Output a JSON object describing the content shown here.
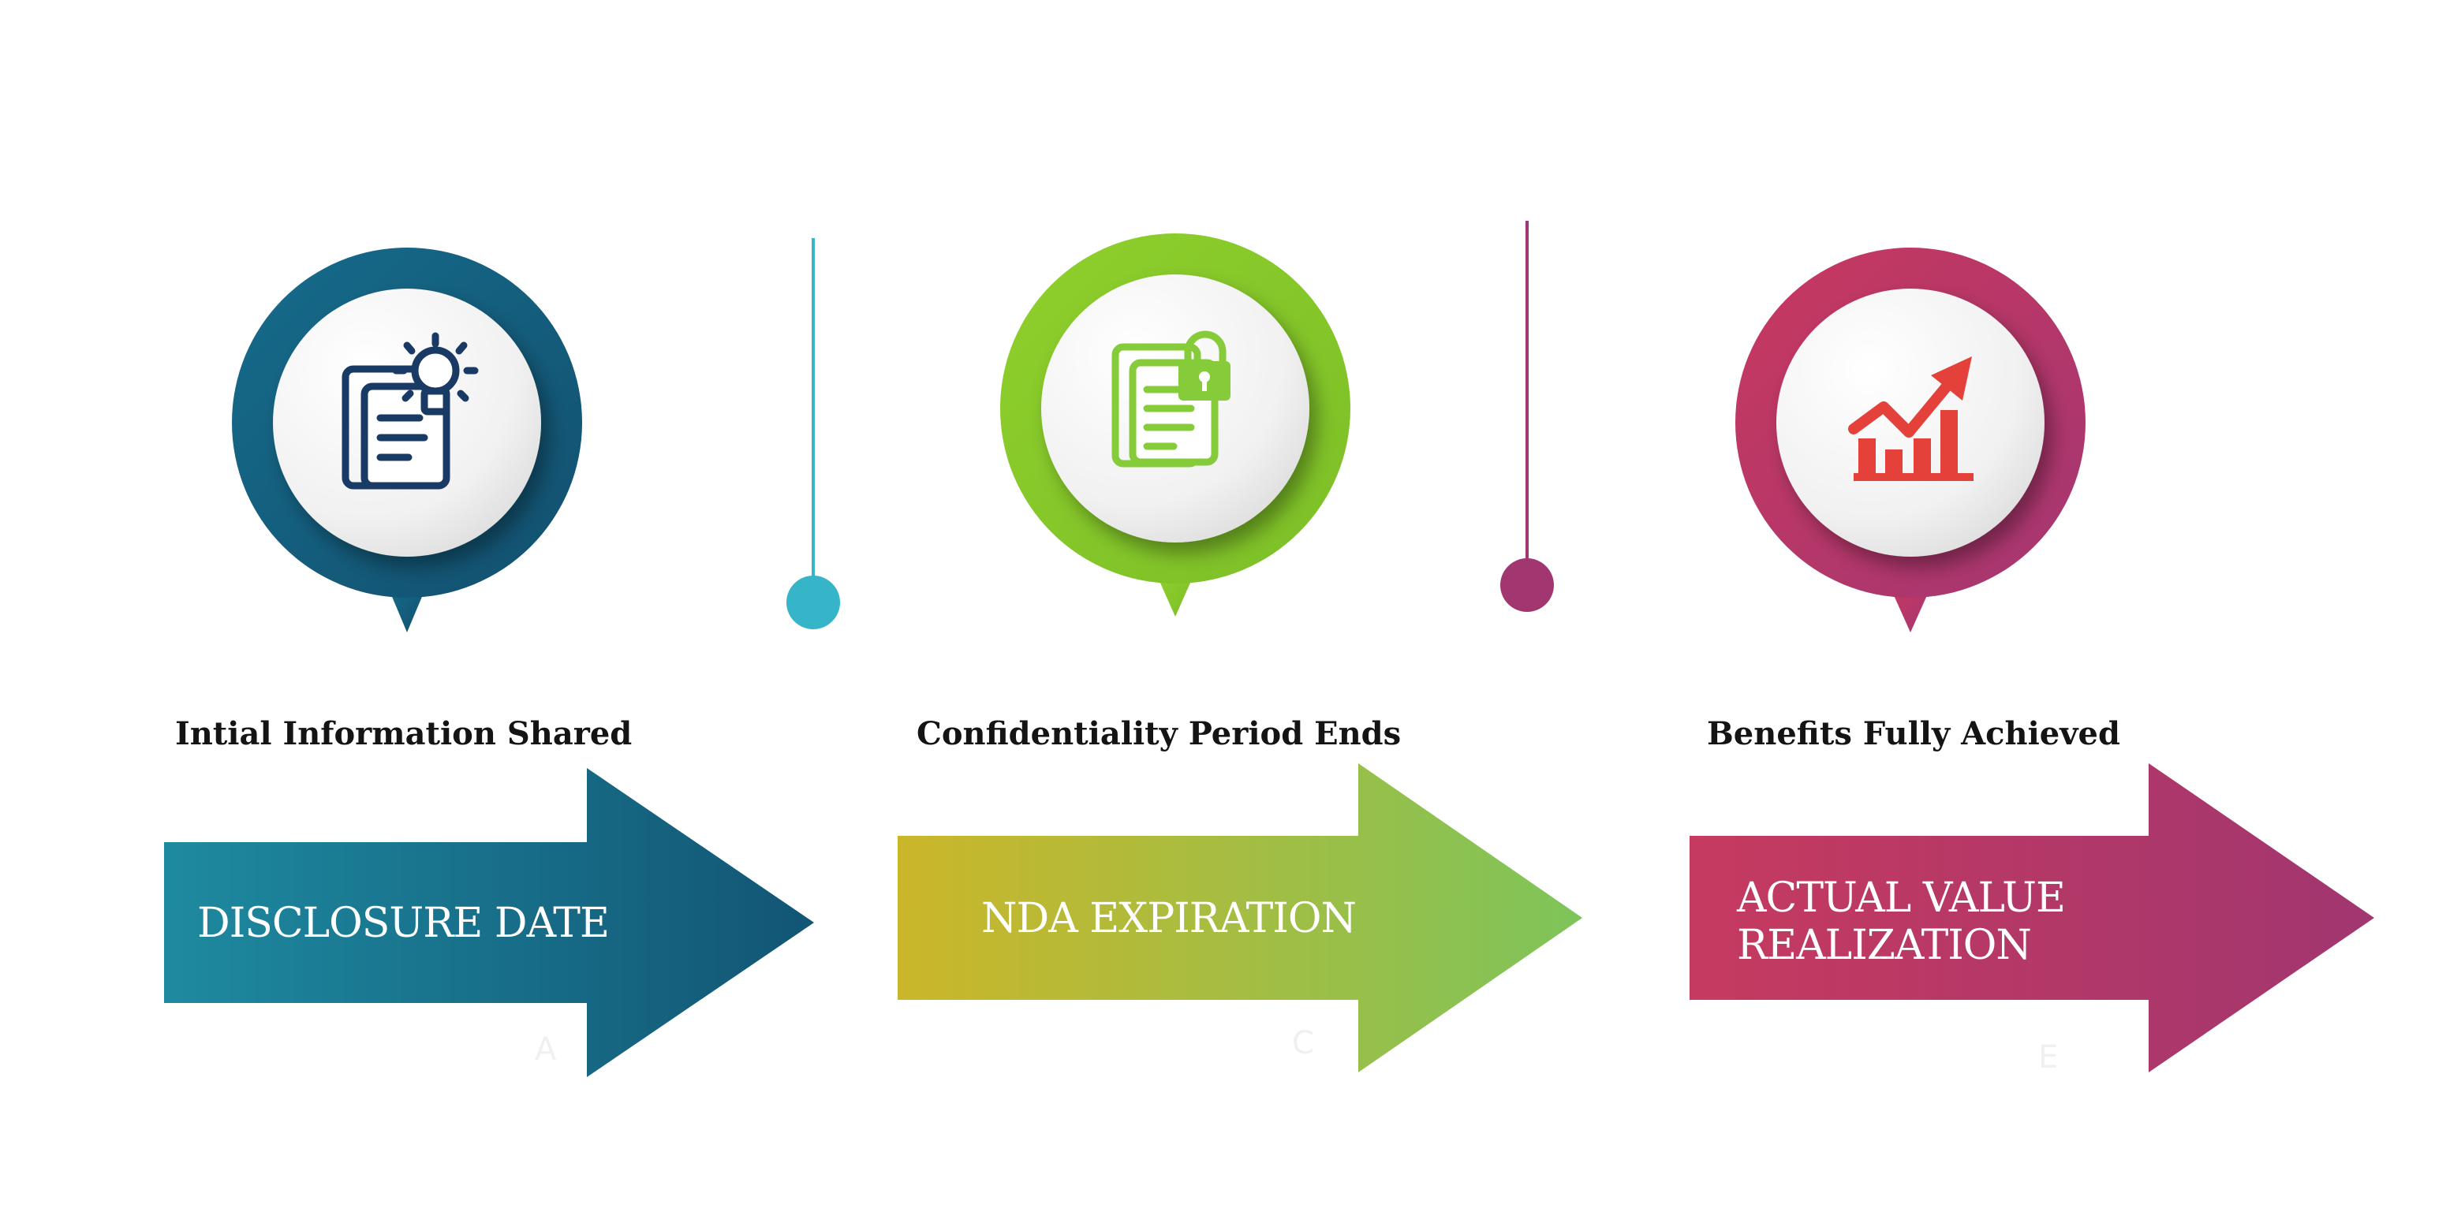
{
  "stages": [
    {
      "id": "disclosure",
      "icon": "document-lightbulb-icon",
      "caption": "Intial Information Shared",
      "label_lines": [
        "DISCLOSURE DATE"
      ],
      "letter": "A",
      "colors": {
        "ring_start": "#166c8c",
        "ring_end": "#124f6e",
        "arrow_start": "#1e8aa0",
        "arrow_end": "#125574",
        "icon": "#1a3a66"
      }
    },
    {
      "id": "nda",
      "icon": "document-lock-icon",
      "caption": "Confidentiality Period Ends",
      "label_lines": [
        "NDA EXPIRATION"
      ],
      "letter": "C",
      "colors": {
        "ring_start": "#8fd02c",
        "ring_end": "#7cbf27",
        "arrow_start": "#cbb62a",
        "arrow_end": "#7ec45a",
        "icon": "#86cc3a"
      }
    },
    {
      "id": "value",
      "icon": "growth-chart-icon",
      "caption": "Benefits Fully Achieved",
      "label_lines": [
        "ACTUAL VALUE",
        "REALIZATION"
      ],
      "letter": "E",
      "colors": {
        "ring_start": "#c8385f",
        "ring_end": "#a43672",
        "arrow_start": "#c63a5f",
        "arrow_end": "#a13670",
        "icon": "#e4413b"
      }
    }
  ],
  "connectors": [
    {
      "id": "connector-1",
      "color": "#36b4c8"
    },
    {
      "id": "connector-2",
      "color": "#a13670"
    }
  ]
}
